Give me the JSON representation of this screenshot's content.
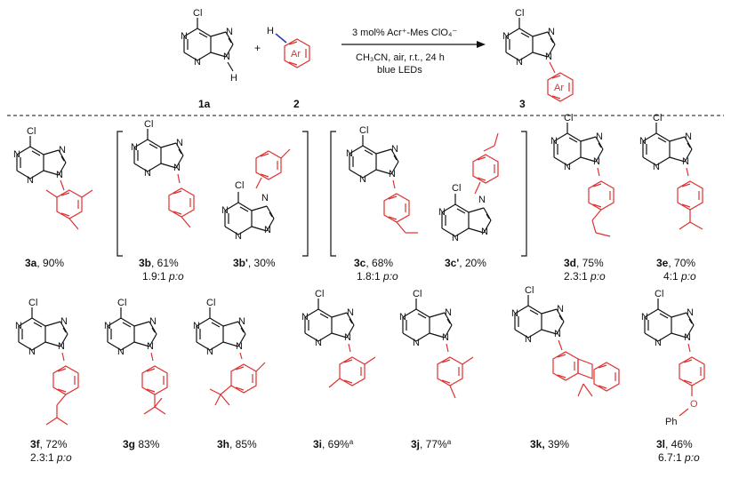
{
  "reaction": {
    "reactant1": "1a",
    "reactant2": "2",
    "product": "3",
    "plus": "+",
    "condition_line1": "3 mol% Acr⁺-Mes ClO₄⁻",
    "condition_line2": "CH₃CN, air, r.t., 24 h",
    "condition_line3": "blue LEDs",
    "atom_labels": {
      "cl": "Cl",
      "n": "N",
      "h": "H",
      "ar": "Ar",
      "ph": "Ph",
      "o": "O"
    }
  },
  "products": [
    {
      "id": "3a",
      "yield": ", 90%",
      "ratio": "",
      "ratio_unit": ""
    },
    {
      "id": "3b",
      "yield": ", 61%",
      "ratio": "1.9:1 ",
      "ratio_unit": "p:o"
    },
    {
      "id": "3b'",
      "yield": ", 30%",
      "ratio": "",
      "ratio_unit": ""
    },
    {
      "id": "3c",
      "yield": ", 68%",
      "ratio": "1.8:1 ",
      "ratio_unit": "p:o"
    },
    {
      "id": "3c'",
      "yield": ", 20%",
      "ratio": "",
      "ratio_unit": ""
    },
    {
      "id": "3d",
      "yield": ", 75%",
      "ratio": "2.3:1 ",
      "ratio_unit": "p:o"
    },
    {
      "id": "3e",
      "yield": ", 70%",
      "ratio": "4:1 ",
      "ratio_unit": "p:o"
    },
    {
      "id": "3f",
      "yield": ", 72%",
      "ratio": "2.3:1 ",
      "ratio_unit": "p:o"
    },
    {
      "id": "3g",
      "yield": " 83%",
      "ratio": "",
      "ratio_unit": ""
    },
    {
      "id": "3h",
      "yield": ", 85%",
      "ratio": "",
      "ratio_unit": ""
    },
    {
      "id": "3i",
      "yield": ", 69%",
      "sup": "a",
      "ratio": "",
      "ratio_unit": ""
    },
    {
      "id": "3j",
      "yield": ", 77%",
      "sup": "a",
      "ratio": "",
      "ratio_unit": ""
    },
    {
      "id": "3k,",
      "yield": " 39%",
      "ratio": "",
      "ratio_unit": ""
    },
    {
      "id": "3l",
      "yield": ", 46%",
      "ratio": "6.7:1 ",
      "ratio_unit": "p:o"
    }
  ]
}
